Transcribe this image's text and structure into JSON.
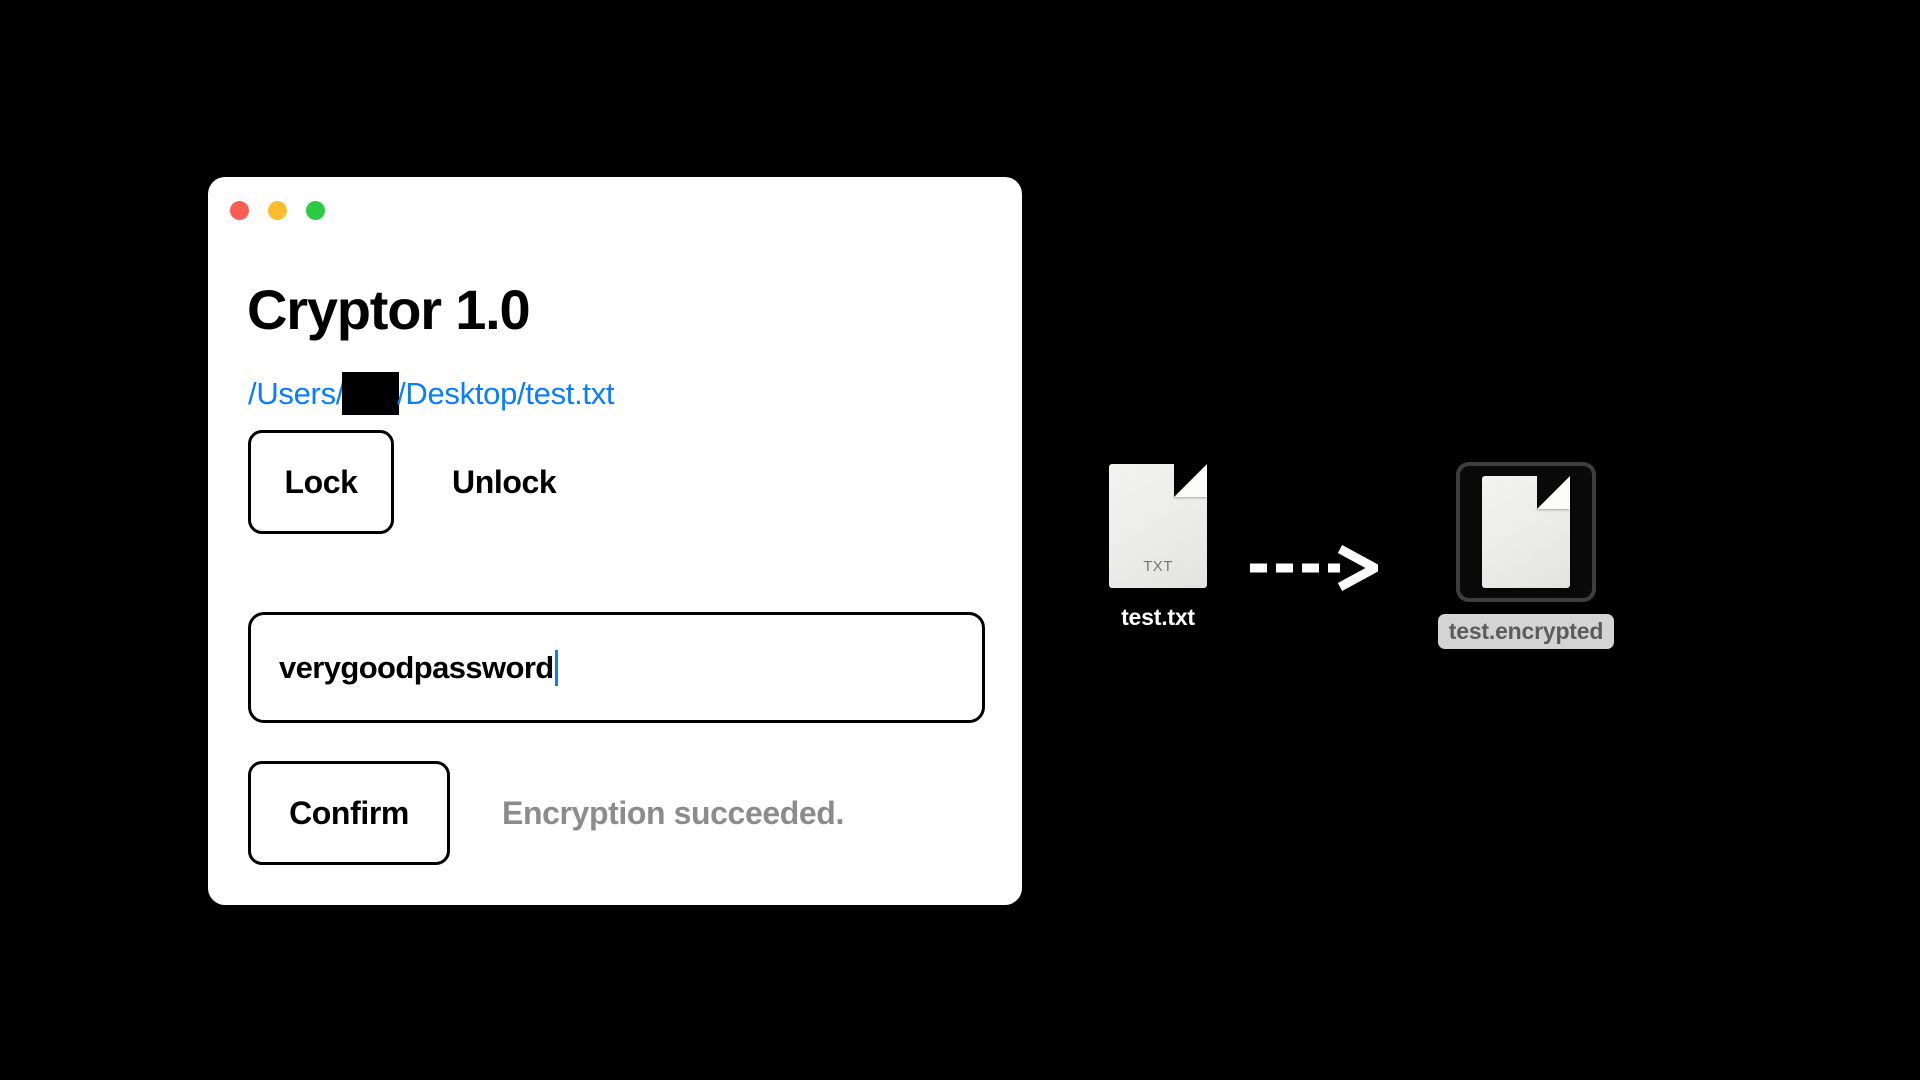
{
  "window": {
    "title": "Cryptor 1.0",
    "traffic_lights": [
      {
        "name": "close",
        "color": "#fb5d55"
      },
      {
        "name": "minimize",
        "color": "#fcbc2d"
      },
      {
        "name": "maximize",
        "color": "#2bcb41"
      }
    ]
  },
  "file_path": {
    "prefix": "/Users/",
    "redacted": "",
    "suffix": "/Desktop/test.txt",
    "color": "#0a7cff"
  },
  "mode": {
    "lock_label": "Lock",
    "unlock_label": "Unlock",
    "selected": "Lock"
  },
  "password": {
    "value": "verygoodpassword",
    "placeholder": "Password",
    "caret_color": "#0a7cff"
  },
  "actions": {
    "confirm_label": "Confirm",
    "status_message": "Encryption succeeded.",
    "status_color": "#8c8c8c"
  },
  "desktop": {
    "source_file": {
      "label": "test.txt",
      "extension": "TXT",
      "selected": false
    },
    "target_file": {
      "label": "test.encrypted",
      "extension": "",
      "selected": true
    },
    "arrow": "---->"
  }
}
